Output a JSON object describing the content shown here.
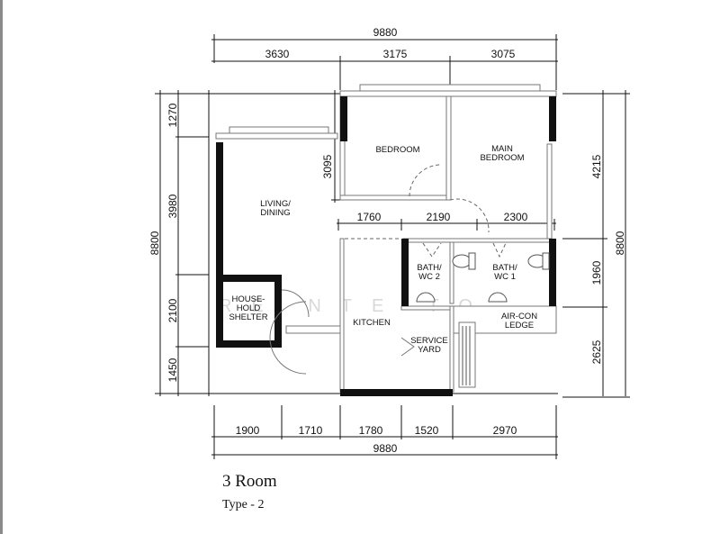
{
  "plan": {
    "title": "3 Room",
    "subtitle": "Type - 2",
    "watermark": "RE  NTE  TO",
    "dimensions": {
      "top_total": "9880",
      "top_segments": [
        "3630",
        "3175",
        "3075"
      ],
      "bottom_total": "9880",
      "bottom_segments": [
        "1900",
        "1710",
        "1780",
        "1520",
        "2970"
      ],
      "left_total": "8800",
      "left_segments": [
        "1270",
        "3980",
        "2100",
        "1450"
      ],
      "right_total": "8800",
      "right_segments": [
        "4215",
        "1960",
        "2625"
      ],
      "inner_horizontal": [
        "1760",
        "2190",
        "2300"
      ],
      "inner_vertical": "3095"
    },
    "rooms": {
      "bedroom": "BEDROOM",
      "main_bedroom_1": "MAIN",
      "main_bedroom_2": "BEDROOM",
      "living_1": "LIVING/",
      "living_2": "DINING",
      "shelter_1": "HOUSE-",
      "shelter_2": "HOLD",
      "shelter_3": "SHELTER",
      "kitchen": "KITCHEN",
      "bath2_1": "BATH/",
      "bath2_2": "WC 2",
      "bath1_1": "BATH/",
      "bath1_2": "WC 1",
      "service_1": "SERVICE",
      "service_2": "YARD",
      "aircon_1": "AIR-CON",
      "aircon_2": "LEDGE"
    }
  }
}
